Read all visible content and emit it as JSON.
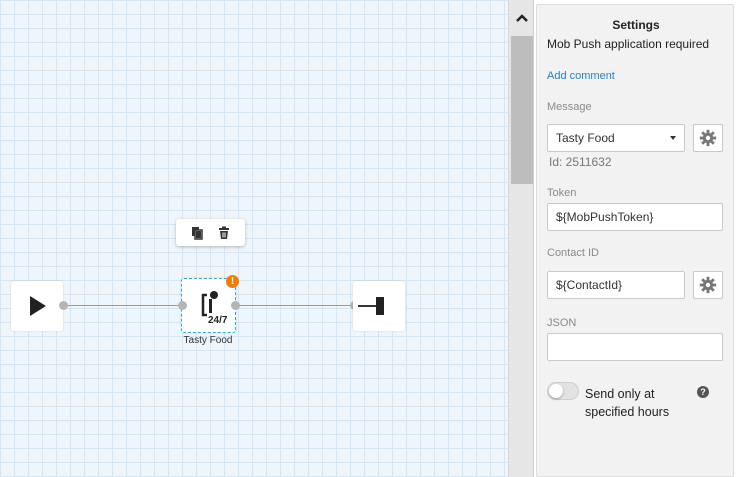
{
  "canvas": {
    "push_node_label": "Tasty Food",
    "push_node_badge": "24/7",
    "warning_badge": "!"
  },
  "settings": {
    "title": "Settings",
    "subtitle": "Mob Push application required",
    "add_comment": "Add comment",
    "message_label": "Message",
    "message_value": "Tasty Food",
    "message_id": "Id: 2511632",
    "token_label": "Token",
    "token_value": "${MobPushToken}",
    "contact_label": "Contact ID",
    "contact_value": "${ContactId}",
    "json_label": "JSON",
    "json_value": "",
    "toggle_label": "Send only at specified hours",
    "toggle_on": false,
    "help_icon": "?"
  },
  "icons": {
    "start": "play-icon",
    "end": "stop-icon",
    "copy": "copy-icon",
    "delete": "trash-icon",
    "push": "mob-push-icon",
    "gear": "gear-icon",
    "scroll_up": "chevron-up-icon"
  },
  "colors": {
    "accent": "#2a7fc4",
    "warning": "#f07c0c",
    "selection": "#2fa8e0"
  }
}
